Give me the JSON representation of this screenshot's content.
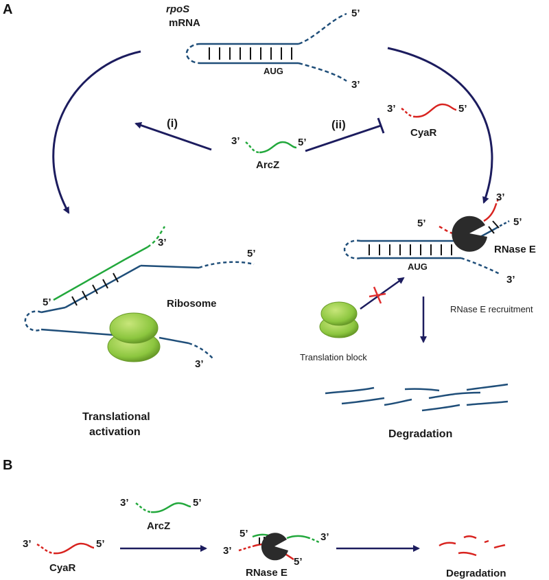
{
  "panel_a": {
    "letter": "A",
    "rpos_name": "rpoS",
    "rpos_type": "mRNA",
    "five_prime": "5’",
    "three_prime": "3’",
    "aug": "AUG",
    "route_i": "(i)",
    "route_ii": "(ii)",
    "arcz": "ArcZ",
    "cyar": "CyaR",
    "ribosome": "Ribosome",
    "rnase_e": "RNase E",
    "translation_block": "Translation block",
    "rnase_recruitment": "RNase E recruitment",
    "translational_activation_1": "Translational",
    "translational_activation_2": "activation",
    "degradation": "Degradation"
  },
  "panel_b": {
    "letter": "B",
    "five_prime": "5’",
    "three_prime": "3’",
    "arcz": "ArcZ",
    "cyar": "CyaR",
    "rnase_e": "RNase E",
    "degradation": "Degradation"
  },
  "colors": {
    "mrna": "#1f4e79",
    "arcz": "#22a83c",
    "cyar": "#d8231f",
    "arrow": "#1c1c5e",
    "rnase": "#2b2b2b",
    "ribosome": "#8cc63f",
    "block_x": "#e03030"
  }
}
